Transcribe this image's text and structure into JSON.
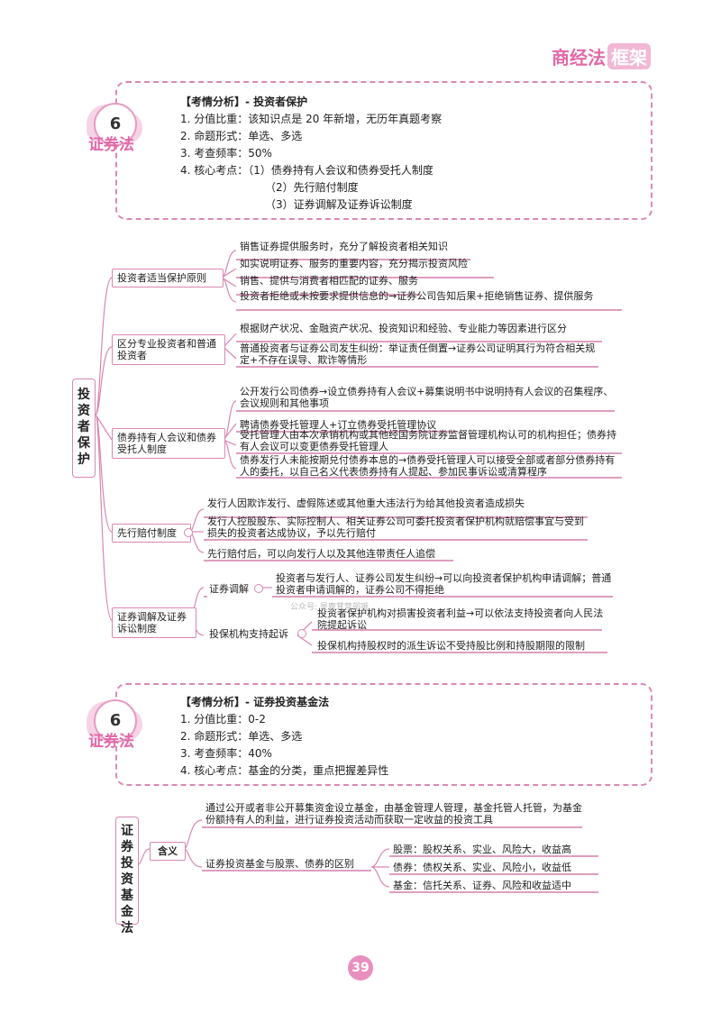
{
  "brand": {
    "text": "商经法",
    "box": "框架"
  },
  "section1": {
    "chapter_num": "6",
    "chapter_name": "证券法",
    "heading": "【考情分析】- 投资者保护",
    "lines": [
      "1. 分值比重：该知识点是 20 年新增，无历年真题考察",
      "2. 命题形式：单选、多选",
      "3. 考查频率：50%",
      "4. 核心考点：（1）债券持有人会议和债券受托人制度",
      "（2）先行赔付制度",
      "（3）证券调解及证券诉讼制度"
    ]
  },
  "mindmap1": {
    "root": "投资者保护",
    "branches": [
      {
        "label": "投资者适当保护原则",
        "leaves": [
          "销售证券提供服务时，充分了解投资者相关知识",
          "如实说明证券、服务的重要内容，充分揭示投资风险",
          "销售、提供与消费者相匹配的证券、服务",
          "投资者拒绝或未按要求提供信息的→证券公司告知后果+拒绝销售证券、提供服务"
        ]
      },
      {
        "label": "区分专业投资者和普通投资者",
        "leaves": [
          "根据财产状况、金融资产状况、投资知识和经验、专业能力等因素进行区分",
          "普通投资者与证券公司发生纠纷：举证责任倒置→证券公司证明其行为符合相关规定+不存在误导、欺诈等情形"
        ]
      },
      {
        "label": "债券持有人会议和债券受托人制度",
        "leaves": [
          "公开发行公司债券→设立债券持有人会议+募集说明书中说明持有人会议的召集程序、会议规则和其他事项",
          "聘请债券受托管理人+订立债券受托管理协议",
          "受托管理人由本次承销机构或其他经国务院证券监督管理机构认可的机构担任；债券持有人会议可以变更债券受托管理人",
          "债券发行人未能按期兑付债券本息的→债券受托管理人可以接受全部或者部分债券持有人的委托，以自己名义代表债券持有人提起、参加民事诉讼或清算程序"
        ]
      },
      {
        "label": "先行赔付制度",
        "leaves": [
          "发行人因欺诈发行、虚假陈述或其他重大违法行为给其他投资者造成损失",
          "发行人控股股东、实际控制人、相关证券公司可委托投资者保护机构就赔偿事宜与受到损失的投资者达成协议，予以先行赔付",
          "先行赔付后，可以向发行人以及其他连带责任人追偿"
        ]
      },
      {
        "label": "证券调解及证券诉讼制度",
        "sub": [
          {
            "label": "证券调解",
            "leaves": [
              "投资者与发行人、证券公司发生纠纷→可以向投资者保护机构申请调解；普通投资者申请调解的，证券公司不得拒绝"
            ]
          },
          {
            "label": "投保机构支持起诉",
            "leaves": [
              "投资者保护机构对损害投资者利益→可以依法支持投资者向人民法院提起诉讼",
              "投保机构持股权时的派生诉讼不受持股比例和持股期限的限制"
            ]
          }
        ]
      }
    ]
  },
  "watermark": "公众号: 是鹿茸营部哦",
  "section2": {
    "chapter_num": "6",
    "chapter_name": "证券法",
    "heading": "【考情分析】- 证券投资基金法",
    "lines": [
      "1. 分值比重：0-2",
      "2. 命题形式：单选、多选",
      "3. 考查频率：40%",
      "4. 核心考点：基金的分类，重点把握差异性"
    ]
  },
  "mindmap2": {
    "root": "证券投资基金法",
    "branch": "含义",
    "definition": "通过公开或者非公开募集资金设立基金，由基金管理人管理，基金托管人托管，为基金份额持有人的利益，进行证券投资活动而获取一定收益的投资工具",
    "compare_label": "证券投资基金与股票、债券的区别",
    "compare_items": [
      "股票：股权关系、实业、风险大，收益高",
      "债券：债权关系、实业、风险小，收益低",
      "基金：信托关系、证券、风险和收益适中"
    ]
  },
  "page_number": "39"
}
